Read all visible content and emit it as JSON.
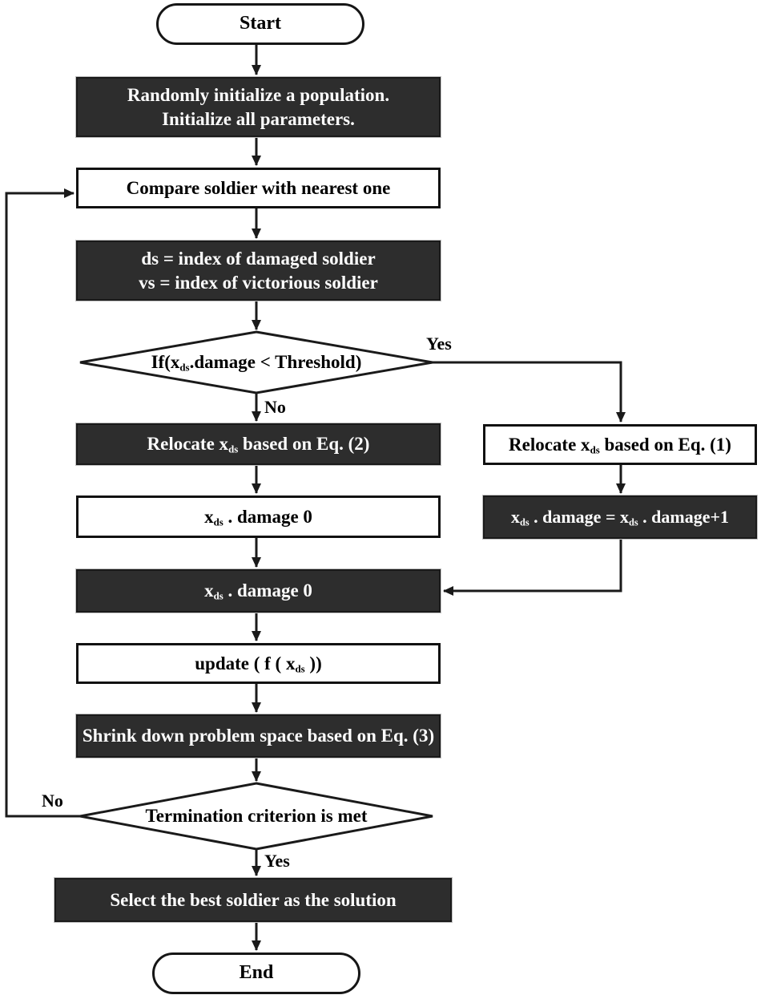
{
  "figure": {
    "background": "#ffffff",
    "dark_node_fill": "#2d2d2d",
    "dark_node_text": "#fdfdfd",
    "light_node_fill": "#ffffff",
    "light_node_text": "#000000",
    "line_color": "#1a1a1a"
  },
  "nodes": {
    "start": {
      "label": "Start"
    },
    "init": {
      "line1": "Randomly initialize a population.",
      "line2": "Initialize all parameters."
    },
    "compare": {
      "label": "Compare  soldier with nearest one"
    },
    "indices": {
      "line1": "ds = index of damaged soldier",
      "line2": "vs = index of victorious soldier"
    },
    "damage_check": {
      "t1": "If(x",
      "s1": "ds",
      "t2": ".damage < Threshold)"
    },
    "relocate_eq2": {
      "t1": "Relocate x",
      "s1": "ds",
      "t2": " based on Eq. (2)"
    },
    "relocate_eq1": {
      "t1": "Relocate x",
      "s1": "ds",
      "t2": " based on Eq. (1)"
    },
    "reset_damage_light": {
      "t1": "x",
      "s1": "ds",
      "t2": " . damage 0"
    },
    "increment_damage": {
      "t1": "x",
      "s1": "ds",
      "t2": " . damage = x",
      "s2": "ds",
      "t3": " . damage+1"
    },
    "reset_damage_dark": {
      "t1": "x",
      "s1": "ds",
      "t2": " .  damage 0"
    },
    "update_fitness": {
      "t1": "update ( f ( x",
      "s1": "ds",
      "t2": " ))"
    },
    "shrink": {
      "label": "Shrink down problem space based on Eq. (3)"
    },
    "termination": {
      "label": "Termination criterion is met"
    },
    "select_best": {
      "label": "Select the best soldier as the solution"
    },
    "end": {
      "label": "End"
    }
  },
  "edge_labels": {
    "damage_yes": "Yes",
    "damage_no": "No",
    "termination_yes": "Yes",
    "termination_no": "No"
  }
}
